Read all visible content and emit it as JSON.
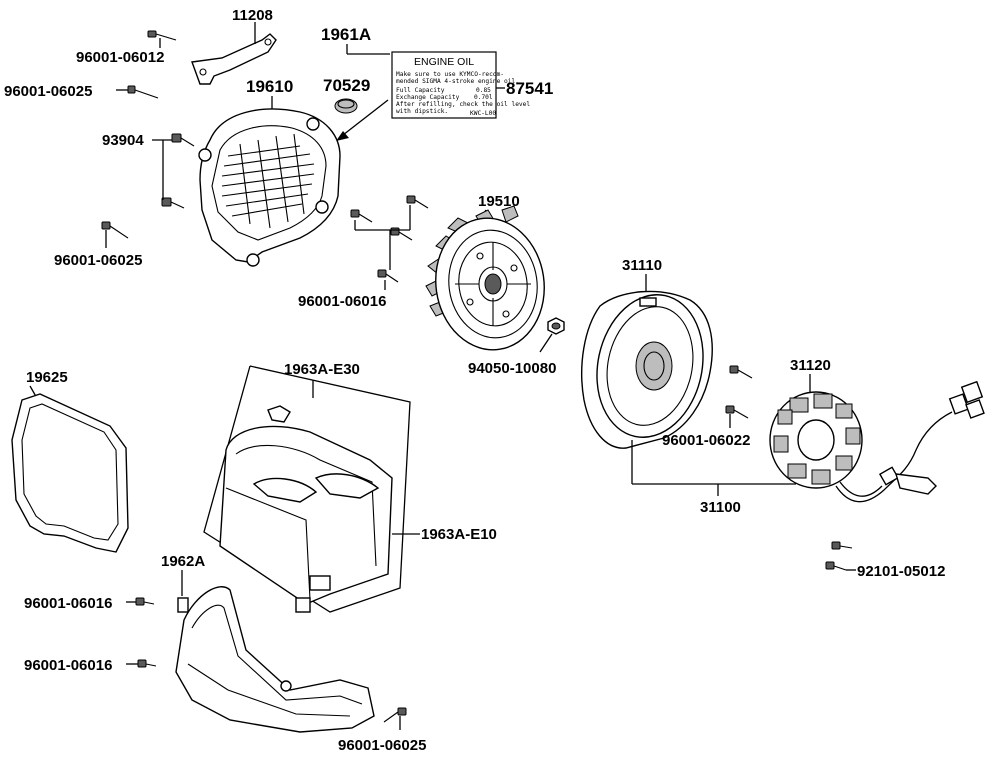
{
  "part_numbers": {
    "p11208": "11208",
    "p96001_06012": "96001-06012",
    "p1961A": "1961A",
    "p70529": "70529",
    "p87541": "87541",
    "p96001_06025_top": "96001-06025",
    "p19610": "19610",
    "p93904": "93904",
    "p96001_06025_left": "96001-06025",
    "p19510": "19510",
    "p96001_06016_mid": "96001-06016",
    "p31110": "31110",
    "p94050_10080": "94050-10080",
    "p31120": "31120",
    "p96001_06022": "96001-06022",
    "p31100": "31100",
    "p92101_05012": "92101-05012",
    "p19625": "19625",
    "p1963A_E30": "1963A-E30",
    "p1963A_E10": "1963A-E10",
    "p1962A": "1962A",
    "p96001_06016_a": "96001-06016",
    "p96001_06016_b": "96001-06016",
    "p96001_06025_bottom": "96001-06025"
  },
  "oil_label": {
    "title": "ENGINE OIL",
    "line1": "Make sure to use KYMCO-recom-",
    "line2": "mended SIGMA 4-stroke engine oil.",
    "full_capacity_label": "Full Capacity",
    "full_capacity_value": "0.85",
    "exchange_capacity_label": "Exchange Capacity",
    "exchange_capacity_value": "0.70l",
    "line5": "After refilling, check the oil level",
    "line6": "with dipstick.",
    "code": "KWC-L00"
  }
}
